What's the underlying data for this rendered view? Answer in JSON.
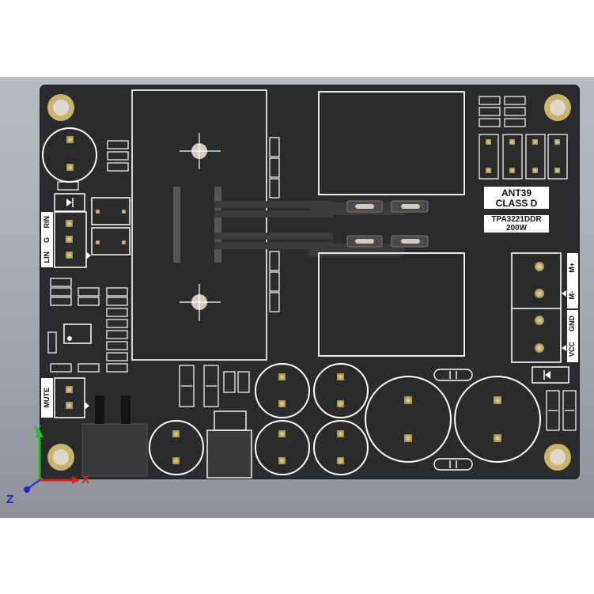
{
  "board": {
    "title_line1": "ANT39",
    "title_line2": "CLASS D",
    "chip_line1": "TPA3221DDR",
    "chip_line2": "200W"
  },
  "input_connector": {
    "pins": [
      "RIN",
      "G",
      "LIN"
    ]
  },
  "mute_connector": {
    "label": "MUTE"
  },
  "output_connector": {
    "pins": [
      "M+",
      "M-"
    ]
  },
  "power_connector": {
    "pins": [
      "GND",
      "VCC"
    ]
  },
  "axes": {
    "x": "X",
    "y": "Y",
    "z": "Z"
  },
  "colors": {
    "board": "#2a2b2d",
    "silkscreen": "#ffffff",
    "pad_gold": "#c9b46a",
    "axis_x": "#e02020",
    "axis_y": "#20c020",
    "axis_z": "#2020e0"
  }
}
